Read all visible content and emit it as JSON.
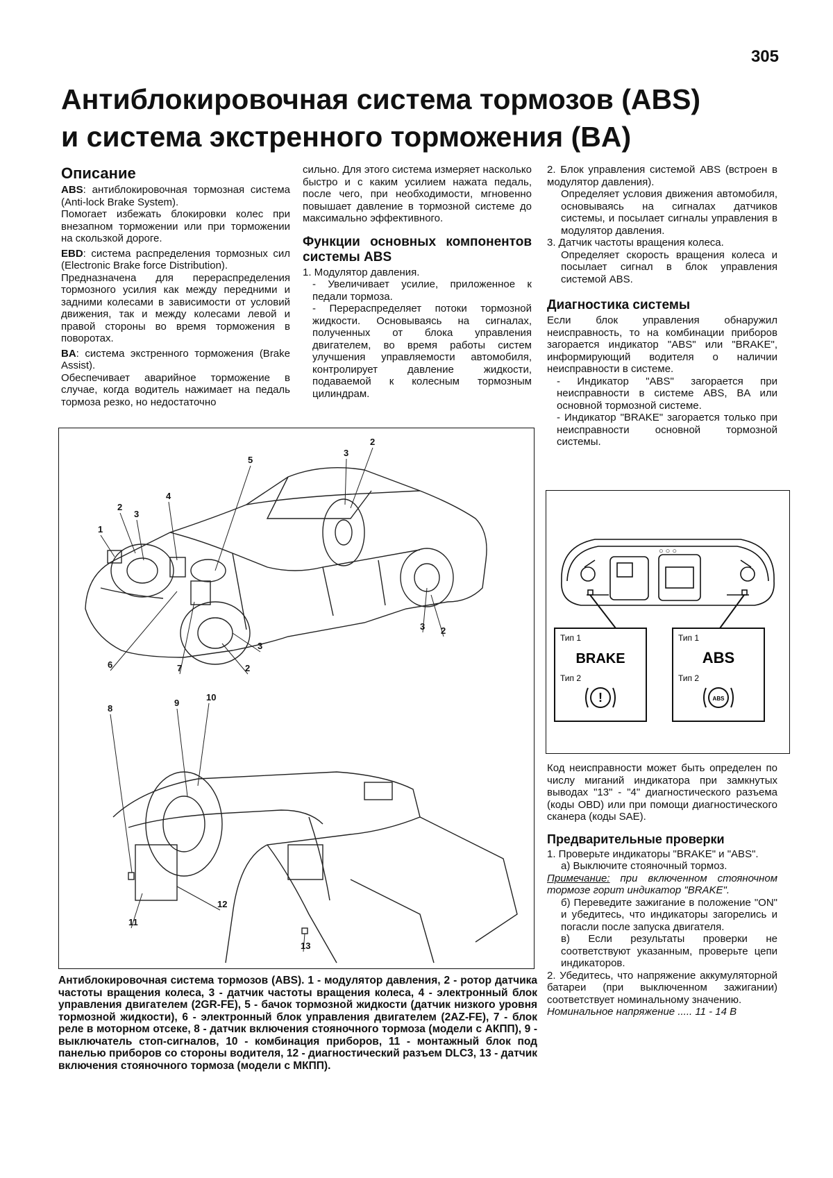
{
  "page_number": "305",
  "title": {
    "line1": "Антиблокировочная система тормозов (ABS)",
    "line2": "и система экстренного торможения (BA)"
  },
  "description": {
    "heading": "Описание",
    "abs_term": "ABS",
    "abs_def": ": антиблокировочная тормозная система (Anti-lock Brake System).",
    "abs_text": "Помогает избежать блокировки колес при внезапном торможении или при торможении на скользкой дороге.",
    "ebd_term": "EBD",
    "ebd_def": ": система распределения тормозных сил (Electronic Brake force Distribution).",
    "ebd_text": "Предназначена для перераспределения тормозного усилия как между передними и задними колесами в зависимости от условий движения, так и между колесами левой и правой стороны во время торможения в поворотах.",
    "ba_term": "BA",
    "ba_def": ": система экстренного торможения (Brake Assist).",
    "ba_text": "Обеспечивает аварийное торможение в случае, когда водитель нажимает на педаль тормоза резко, но недостаточно"
  },
  "middle": {
    "continuation": "сильно. Для этого система измеряет насколько быстро и с каким усилием нажата педаль, после чего, при необходимости, мгновенно повышает давление в тормозной системе до максимально эффективного.",
    "functions_heading": "Функции основных компонентов системы ABS",
    "item1": "1. Модулятор давления.",
    "item1_a": "- Увеличивает усилие, приложенное к педали тормоза.",
    "item1_b": "- Перераспределяет потоки тормозной жидкости. Основываясь на сигналах, полученных от блока управления двигателем, во время работы систем улучшения управляемости автомобиля, контролирует давление жидкости, подаваемой к колесным тормозным цилиндрам."
  },
  "right": {
    "item2": "2. Блок управления системой ABS (встроен в модулятор давления).",
    "item2_text": "Определяет условия движения автомобиля, основываясь на сигналах датчиков системы, и посылает сигналы управления в модулятор давления.",
    "item3": "3. Датчик частоты вращения колеса.",
    "item3_text": "Определяет скорость вращения колеса и посылает сигнал в блок управления системой ABS.",
    "diag_heading": "Диагностика системы",
    "diag_text": "Если блок управления обнаружил неисправность, то на комбинации приборов загорается индикатор \"ABS\" или \"BRAKE\", информирующий водителя о наличии неисправности в системе.",
    "diag_a": "- Индикатор \"ABS\" загорается при неисправности в системе ABS, BA или основной тормозной системе.",
    "diag_b": "- Индикатор \"BRAKE\" загорается только при неисправности основной тормозной системы.",
    "code_text": "Код неисправности может быть определен по числу миганий индикатора при замкнутых выводах \"13\" - \"4\" диагностического разъема (коды OBD) или при помощи диагностического сканера (коды SAE).",
    "pre_heading": "Предварительные проверки",
    "pre_1": "1. Проверьте индикаторы \"BRAKE\" и \"ABS\".",
    "pre_1a": "а) Выключите стояночный тормоз.",
    "note_label": "Примечание:",
    "note_text": " при включенном стояночном тормозе горит индикатор \"BRAKE\".",
    "pre_1b": "б) Переведите зажигание в положение \"ON\" и убедитесь, что индикаторы загорелись и погасли после запуска двигателя.",
    "pre_1c": "в) Если результаты проверки не соответствуют указанным, проверьте цепи индикаторов.",
    "pre_2": "2. Убедитесь, что напряжение аккумуляторной батареи (при выключенном зажигании) соответствует номинальному значению.",
    "voltage_label": "Номинальное напряжение .....",
    "voltage_value": "11 - 14 В"
  },
  "dash_figure": {
    "type1_left": "Тип 1",
    "type2_left": "Тип 2",
    "brake_label": "BRAKE",
    "type1_right": "Тип 1",
    "type2_right": "Тип 2",
    "abs_label": "ABS",
    "abs_icon_text": "ABS",
    "brake_icon_text": "!"
  },
  "car_figure": {
    "callouts_top": [
      "1",
      "2",
      "3",
      "4",
      "5",
      "3",
      "2",
      "6",
      "7",
      "3",
      "2",
      "3",
      "2"
    ],
    "callouts_bottom": [
      "8",
      "9",
      "10",
      "11",
      "12",
      "13"
    ]
  },
  "caption": "Антиблокировочная система тормозов (ABS). 1 - модулятор давления, 2 - ротор датчика частоты вращения колеса, 3 - датчик частоты вращения колеса, 4 - электронный блок управления двигателем (2GR-FE), 5 - бачок тормозной жидкости (датчик низкого уровня тормозной жидкости), 6 - электронный блок управления двигателем (2AZ-FE), 7 - блок реле в моторном отсеке, 8 - датчик включения стояночного тормоза (модели с АКПП), 9 - выключатель стоп-сигналов, 10 - комбинация приборов, 11 - монтажный блок под панелью приборов со стороны водителя, 12 - диагностический разъем DLC3, 13 - датчик включения стояночного тормоза (модели с МКПП)."
}
